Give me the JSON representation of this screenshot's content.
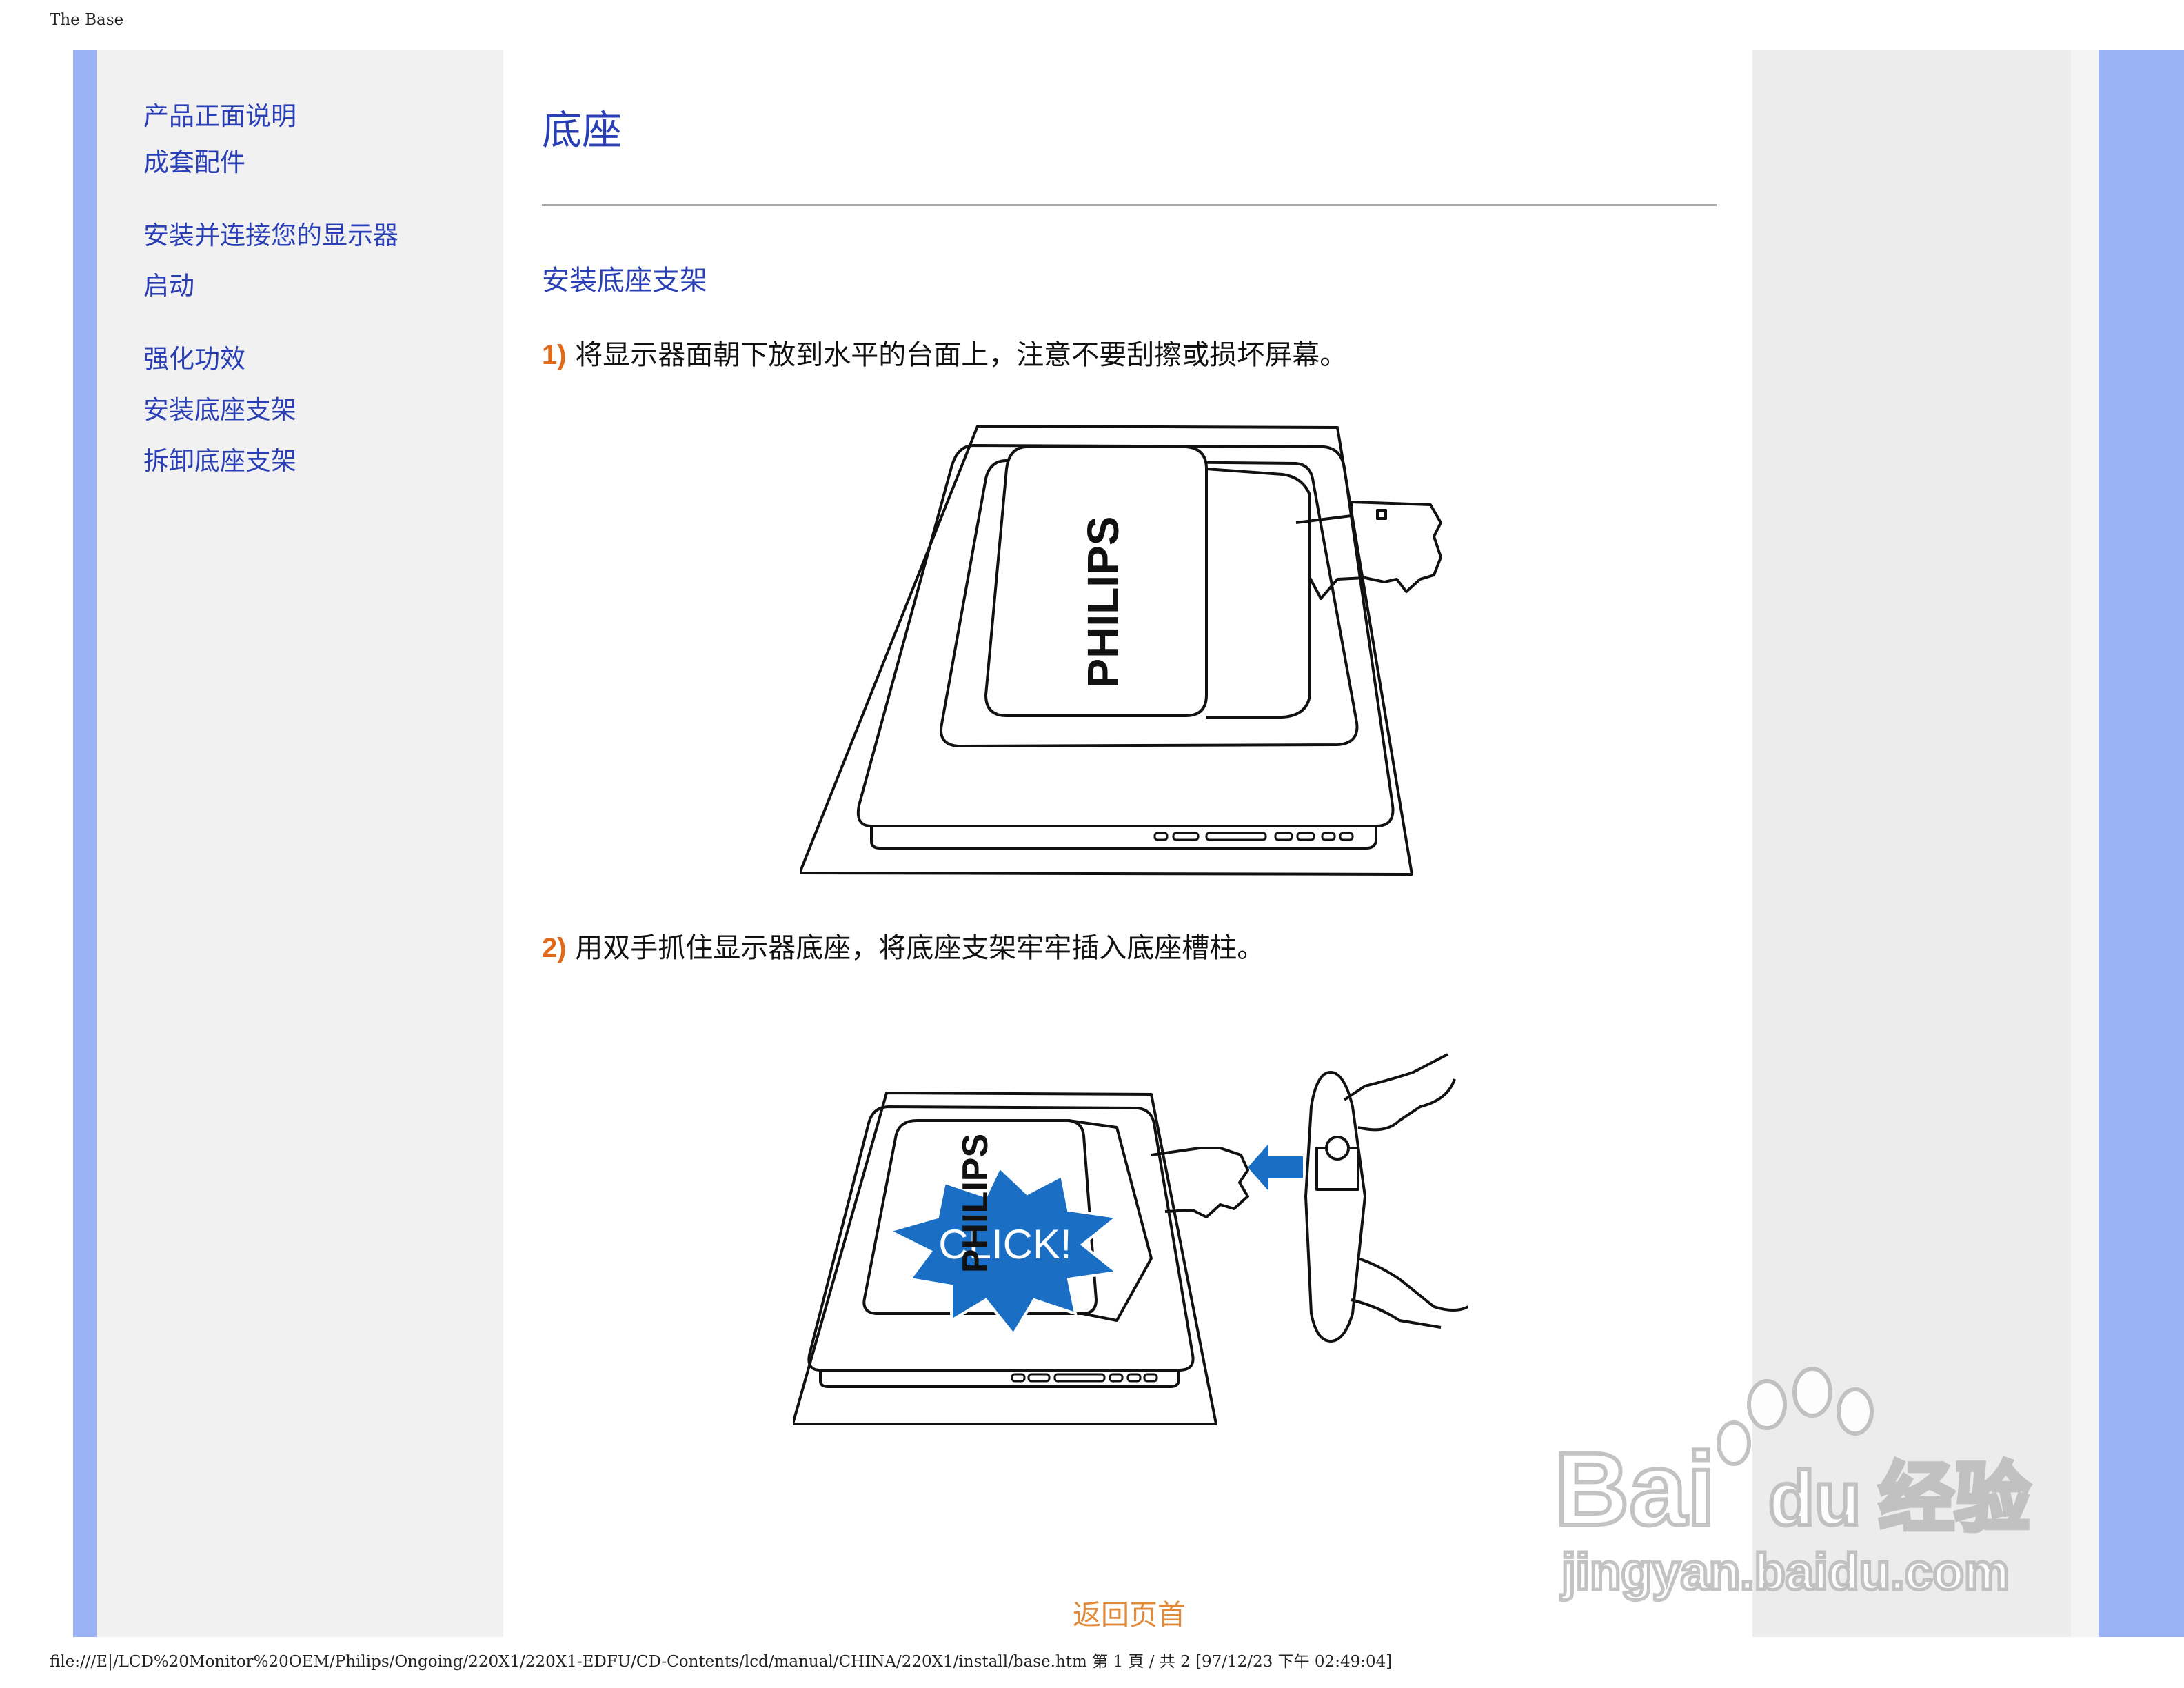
{
  "header": {
    "title": "The Base"
  },
  "sidebar": {
    "links": [
      "产品正面说明",
      "成套配件",
      "安装并连接您的显示器",
      "启动",
      "强化功效",
      "安装底座支架",
      "拆卸底座支架"
    ]
  },
  "main": {
    "title": "底座",
    "section_title": "安装底座支架",
    "steps": [
      {
        "num": "1)",
        "text": "将显示器面朝下放到水平的台面上，注意不要刮擦或损坏屏幕。"
      },
      {
        "num": "2)",
        "text": "用双手抓住显示器底座，将底座支架牢牢插入底座槽柱。"
      }
    ],
    "figure1": {
      "brand": "PHILIPS"
    },
    "figure2": {
      "brand": "PHILIPS",
      "callout": "CLICK!"
    },
    "back_to_top": "返回页首"
  },
  "watermark": {
    "brand": "Bai",
    "brand_suffix": "du",
    "product": "经验",
    "url": "jingyan.baidu.com"
  },
  "footer": {
    "path": "file:///E|/LCD%20Monitor%20OEM/Philips/Ongoing/220X1/220X1-EDFU/CD-Contents/lcd/manual/CHINA/220X1/install/base.htm 第 1 頁 / 共 2  [97/12/23 下午 02:49:04]"
  },
  "colors": {
    "link": "#2a3fb5",
    "accent": "#e06a1a",
    "side_strip": "#99b3f5",
    "callout": "#1a6fc4"
  }
}
